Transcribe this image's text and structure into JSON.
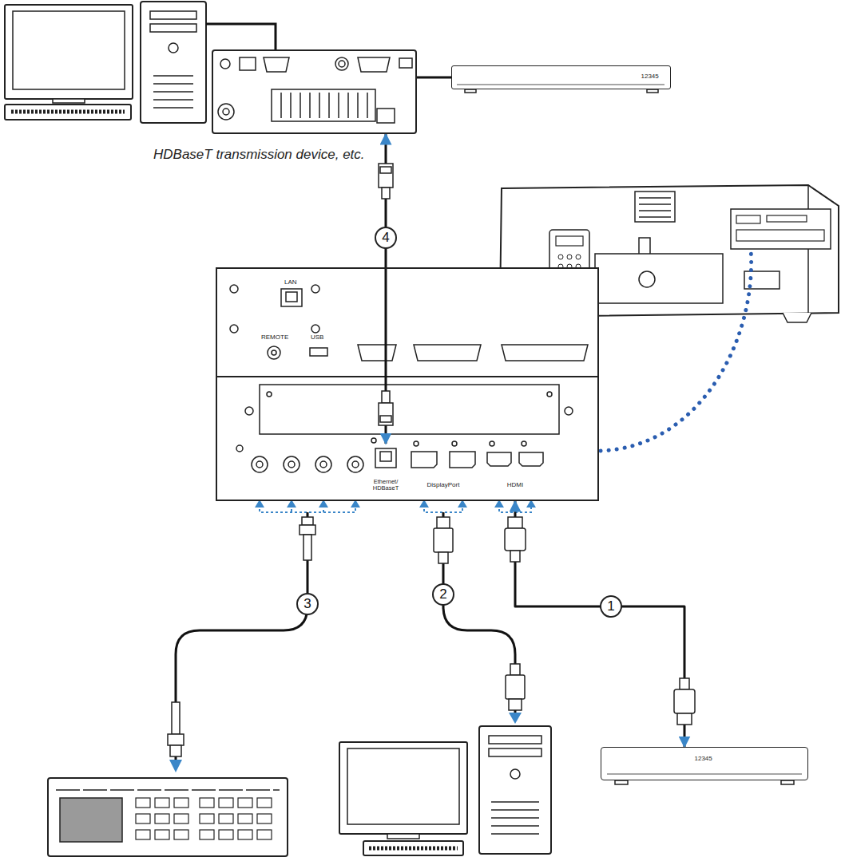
{
  "diagram": {
    "nodes": [
      {
        "text": [
          "HDBaseT transmission device, etc."
        ]
      },
      {
        "text": [
          "12345"
        ]
      },
      {
        "text": [
          "LAN",
          "REMOTE",
          "USB"
        ]
      },
      {
        "text": [
          "Ethernet/ HDBaseT"
        ],
        "in": 2
      },
      {
        "text": [
          "DisplayPort"
        ],
        "in": 2
      },
      {
        "text": [
          "HDMI"
        ],
        "in": 2
      },
      {
        "text": [
          "12345"
        ]
      }
    ],
    "edges": [
      {
        "from": 0,
        "to": 1,
        "arrow": "none"
      },
      {
        "from": 0,
        "to": 3,
        "label": "4",
        "arrow": "both"
      },
      {
        "from": 5,
        "to": 6,
        "label": "1",
        "arrow": "both"
      }
    ],
    "labels": [
      "2",
      "3"
    ]
  }
}
